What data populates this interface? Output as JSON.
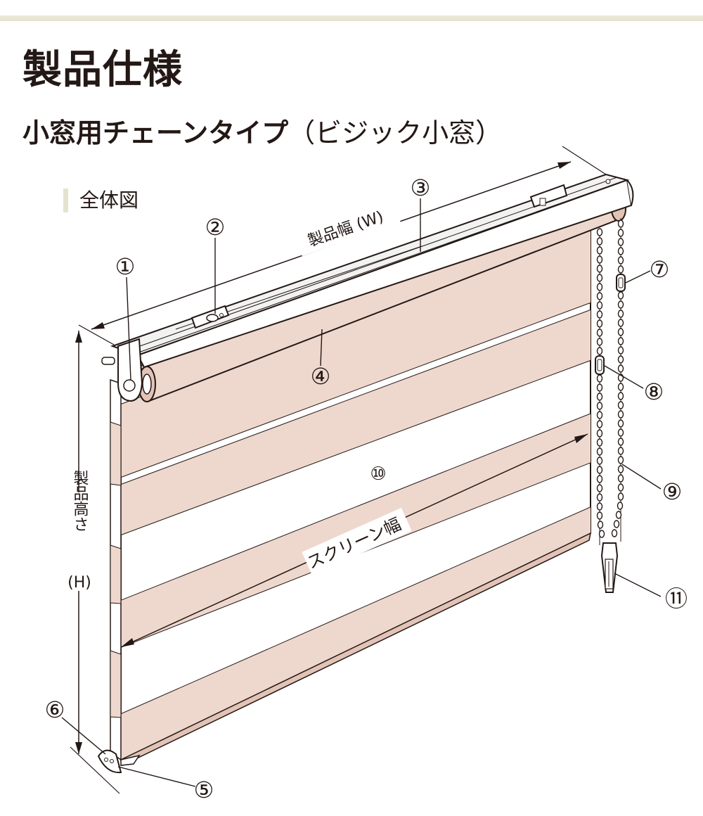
{
  "header": {
    "page_title": "製品仕様",
    "subtitle_main": "小窓用チェーンタイプ",
    "subtitle_sub": "（ビジック小窓）",
    "section_label": "全体図"
  },
  "diagram": {
    "dimensions": {
      "product_width": "製品幅 (W)",
      "screen_width": "スクリーン幅",
      "product_height_line1": "製品高さ",
      "product_height_line2": "(H)"
    },
    "callouts": [
      "①",
      "②",
      "③",
      "④",
      "⑤",
      "⑥",
      "⑦",
      "⑧",
      "⑨",
      "⑩",
      "⑪"
    ]
  },
  "colors": {
    "stripe": "#eed7cd",
    "stripe_dark": "#e2c3b6",
    "line": "#231815",
    "accent_band": "#e6e2cf",
    "rail": "#f2f2f2"
  }
}
